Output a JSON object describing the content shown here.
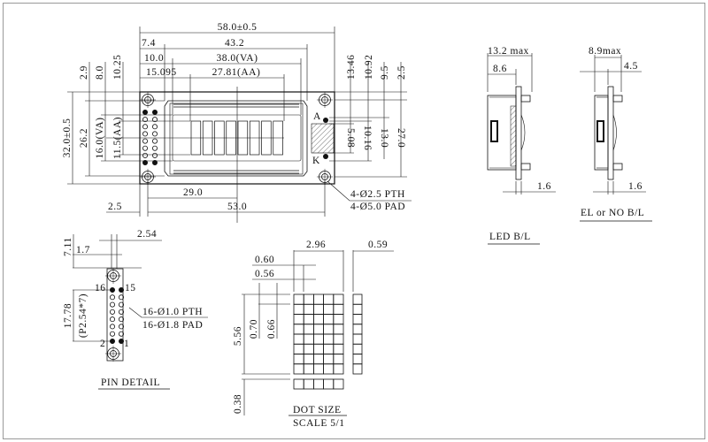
{
  "front_view": {
    "overall_width": "58.0±0.5",
    "dim_7_4": "7.4",
    "dim_43_2": "43.2",
    "dim_10_0": "10.0",
    "dim_va_width": "38.0(VA)",
    "dim_15_095": "15.095",
    "dim_aa_width": "27.81(AA)",
    "dim_2_9": "2.9",
    "dim_8_0": "8.0",
    "dim_10_25": "10.25",
    "overall_height": "32.0±0.5",
    "dim_26_2": "26.2",
    "dim_va_height": "16.0(VA)",
    "dim_aa_height": "11.5(AA)",
    "dim_13_46": "13.46",
    "dim_10_92": "10.92",
    "dim_9_5": "9.5",
    "dim_2_5_right": "2.5",
    "dim_5_08": "5.08",
    "dim_10_16": "10.16",
    "dim_13_0": "13.0",
    "dim_27_0": "27.0",
    "dim_29_0": "29.0",
    "dim_53_0": "53.0",
    "dim_2_5_left": "2.5",
    "anode_label": "A",
    "cathode_label": "K",
    "hole_pth": "4-Ø2.5 PTH",
    "hole_pad": "4-Ø5.0 PAD",
    "character_count": 8
  },
  "side_views": {
    "led": {
      "max": "13.2 max",
      "depth": "8.6",
      "pcb": "1.6",
      "title": "LED B/L"
    },
    "el": {
      "max": "8.9max",
      "depth": "4.5",
      "pcb": "1.6",
      "title": "EL or NO B/L"
    }
  },
  "pin_detail": {
    "pitch": "2.54",
    "offset": "1.7",
    "top": "7.11",
    "span": "17.78",
    "span_note": "(P2.54*7)",
    "pin_16": "16",
    "pin_15": "15",
    "pin_2": "2",
    "pin_1": "1",
    "pth": "16-Ø1.0 PTH",
    "pad": "16-Ø1.8 PAD",
    "title": "PIN DETAIL"
  },
  "dot_size": {
    "char_width": "2.96",
    "char_gap": "0.59",
    "dot_pitch_w": "0.60",
    "dot_w": "0.56",
    "char_height": "5.56",
    "dot_pitch_h": "0.70",
    "dot_h": "0.66",
    "cursor_gap": "0.38",
    "title": "DOT SIZE",
    "scale": "SCALE 5/1"
  }
}
